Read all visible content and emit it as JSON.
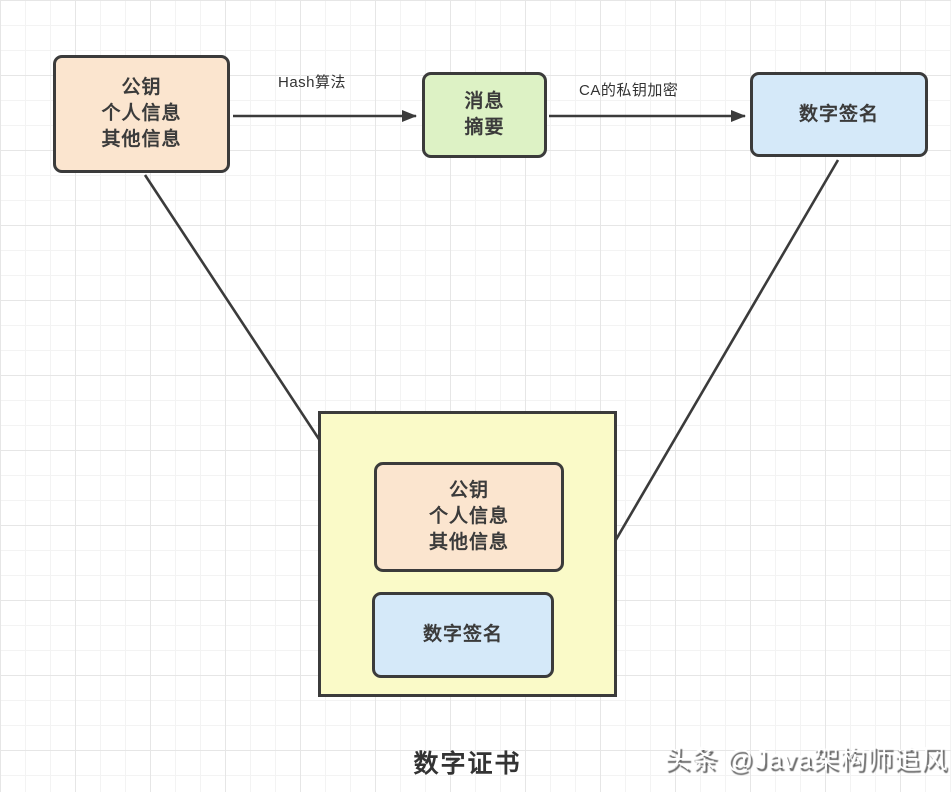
{
  "diagram": {
    "title": "数字证书",
    "watermark": "头条 @Java架构师追风",
    "nodes": {
      "source": {
        "lines": [
          "公钥",
          "个人信息",
          "其他信息"
        ],
        "fill": "#fbe5cf"
      },
      "digest": {
        "lines": [
          "消息",
          "摘要"
        ],
        "fill": "#ddf2c5"
      },
      "signature": {
        "label": "数字签名",
        "fill": "#d5e9f9"
      },
      "certificate_container": {
        "fill": "#fafac8"
      },
      "cert_info": {
        "lines": [
          "公钥",
          "个人信息",
          "其他信息"
        ],
        "fill": "#fbe5cf"
      },
      "cert_signature": {
        "label": "数字签名",
        "fill": "#d5e9f9"
      }
    },
    "edges": {
      "hash_label": "Hash算法",
      "encrypt_label": "CA的私钥加密"
    },
    "colors": {
      "border": "#3b3b3b",
      "arrow": "#3b3b3b",
      "text": "#3b3b3b",
      "grid_minor": "#f3f3f3",
      "grid_major": "#e6e6e6"
    }
  }
}
